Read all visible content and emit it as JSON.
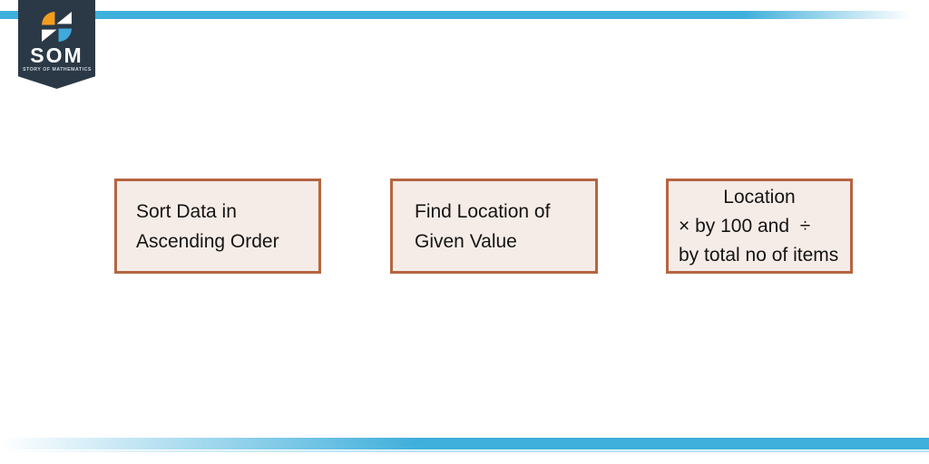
{
  "theme": {
    "accent": "#3fafdb",
    "accent_light": "#b7e1f2",
    "badge_bg": "#2b3947",
    "logo_orange": "#f49d1d",
    "logo_blue": "#3fa9dc",
    "box_bg": "#f6ece7",
    "box_border": "#b56542",
    "text": "#141414"
  },
  "logo": {
    "title": "SOM",
    "subtitle": "STORY OF MATHEMATICS"
  },
  "boxes": [
    {
      "name": "sort-data-step",
      "lines": [
        "Sort Data in",
        "Ascending Order"
      ]
    },
    {
      "name": "find-location-step",
      "lines": [
        "Find Location of",
        "Given Value"
      ]
    },
    {
      "name": "percentile-formula-step",
      "lines": [
        "Location",
        "× by 100 and  ÷",
        "by total no of items"
      ]
    }
  ]
}
